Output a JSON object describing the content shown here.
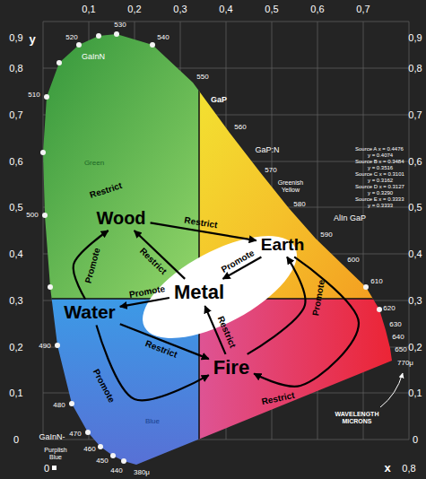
{
  "diagram": {
    "nodes": [
      {
        "text": [
          "Wood"
        ]
      },
      {
        "text": [
          "Earth"
        ]
      },
      {
        "text": [
          "Metal"
        ]
      },
      {
        "text": [
          "Water"
        ]
      },
      {
        "text": [
          "Fire"
        ]
      }
    ],
    "edges": [
      {
        "from": 0,
        "to": 1,
        "label": "Restrict",
        "arrow": "to"
      },
      {
        "from": 2,
        "to": 0,
        "label": "Restrict",
        "arrow": "to"
      },
      {
        "from": 1,
        "to": 2,
        "label": "Promote",
        "arrow": "to"
      },
      {
        "from": 2,
        "to": 3,
        "label": "Promote",
        "arrow": "to"
      },
      {
        "from": 3,
        "to": 4,
        "label": "Restrict",
        "arrow": "to"
      },
      {
        "from": 4,
        "to": 2,
        "label": "Restrict",
        "arrow": "to"
      },
      {
        "from": 3,
        "to": 0,
        "label": "Promote",
        "arrow": "to"
      },
      {
        "from": 3,
        "to": 4,
        "label": "Promote",
        "arrow": "to"
      },
      {
        "from": 4,
        "to": 1,
        "label": "Promote",
        "arrow": "to"
      },
      {
        "from": 1,
        "to": 4,
        "label": "Restrict",
        "arrow": "to"
      }
    ],
    "labels": [
      "y",
      "x",
      "0,9",
      "0,8",
      "0,7",
      "0,6",
      "0,5",
      "0,4",
      "0,3",
      "0,2",
      "0,1",
      "0",
      "0,9",
      "0,8",
      "0,7",
      "0,6",
      "0,5",
      "0,4",
      "0,3",
      "0,2",
      "0,1",
      "0",
      "0,1",
      "0,2",
      "0,3",
      "0,4",
      "0,5",
      "0,6",
      "0,7",
      "0",
      "0,8",
      "520",
      "530",
      "540",
      "550",
      "560",
      "570",
      "580",
      "590",
      "600",
      "610",
      "620",
      "630",
      "640",
      "650",
      "770μ",
      "510",
      "500",
      "490",
      "480",
      "470",
      "460",
      "450",
      "440",
      "380μ",
      "GaInN",
      "GaP",
      "GaP:N",
      "Greenish Yellow",
      "AlIn GaP",
      "GaInN-",
      "Purplish Blue",
      "WAVELENGTH MICRONS",
      "Source A x = 0.4476",
      "y = 0.4074",
      "Source B x = 0.3484",
      "y = 0.3516",
      "Source C x = 0.3101",
      "y = 0.3162",
      "Source D x = 0.3127",
      "y = 0.3290",
      "Source E x = 0.3333",
      "y = 0.3333",
      "Green",
      "Blue",
      "Restrict"
    ]
  }
}
